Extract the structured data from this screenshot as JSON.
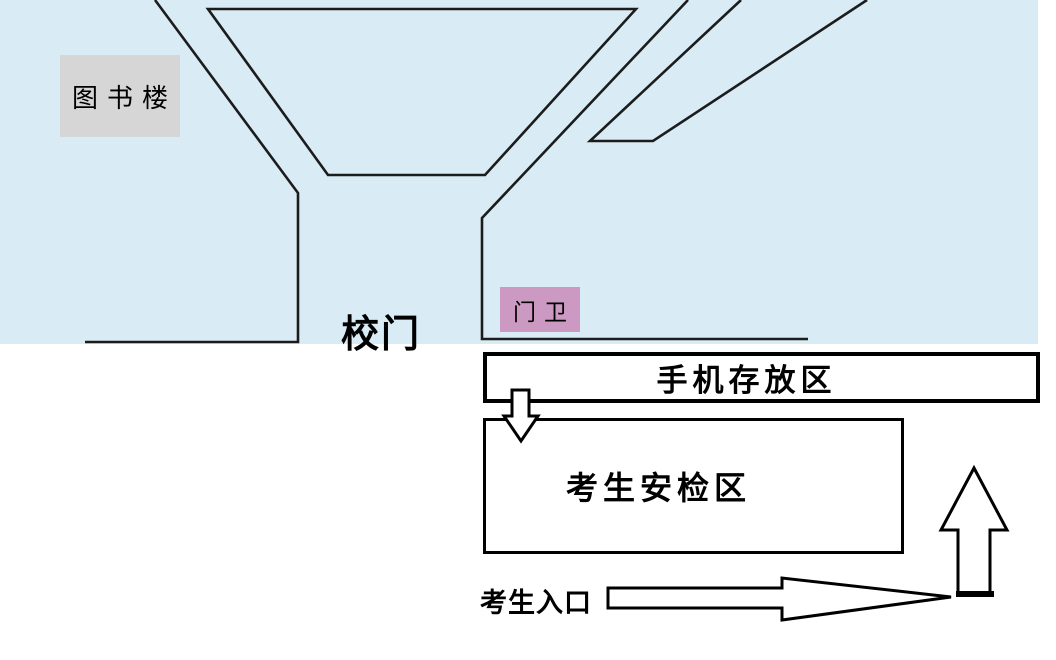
{
  "colors": {
    "map-bg": "#d9ecf5",
    "library-fill": "#d6d6d6",
    "guard-fill": "#cc99c2",
    "line": "#1c1c1c",
    "page-bg": "#ffffff",
    "text": "#000000"
  },
  "campus": {
    "library_label": "图书楼",
    "gate_label": "校门",
    "guard_label": "门卫"
  },
  "exam_area": {
    "phone_storage_label": "手机存放区",
    "security_check_label": "考生安检区",
    "entrance_label": "考生入口"
  },
  "icons": {
    "flow_down": "arrow-down-icon",
    "flow_up": "arrow-up-icon",
    "flow_right": "arrow-right-icon"
  }
}
